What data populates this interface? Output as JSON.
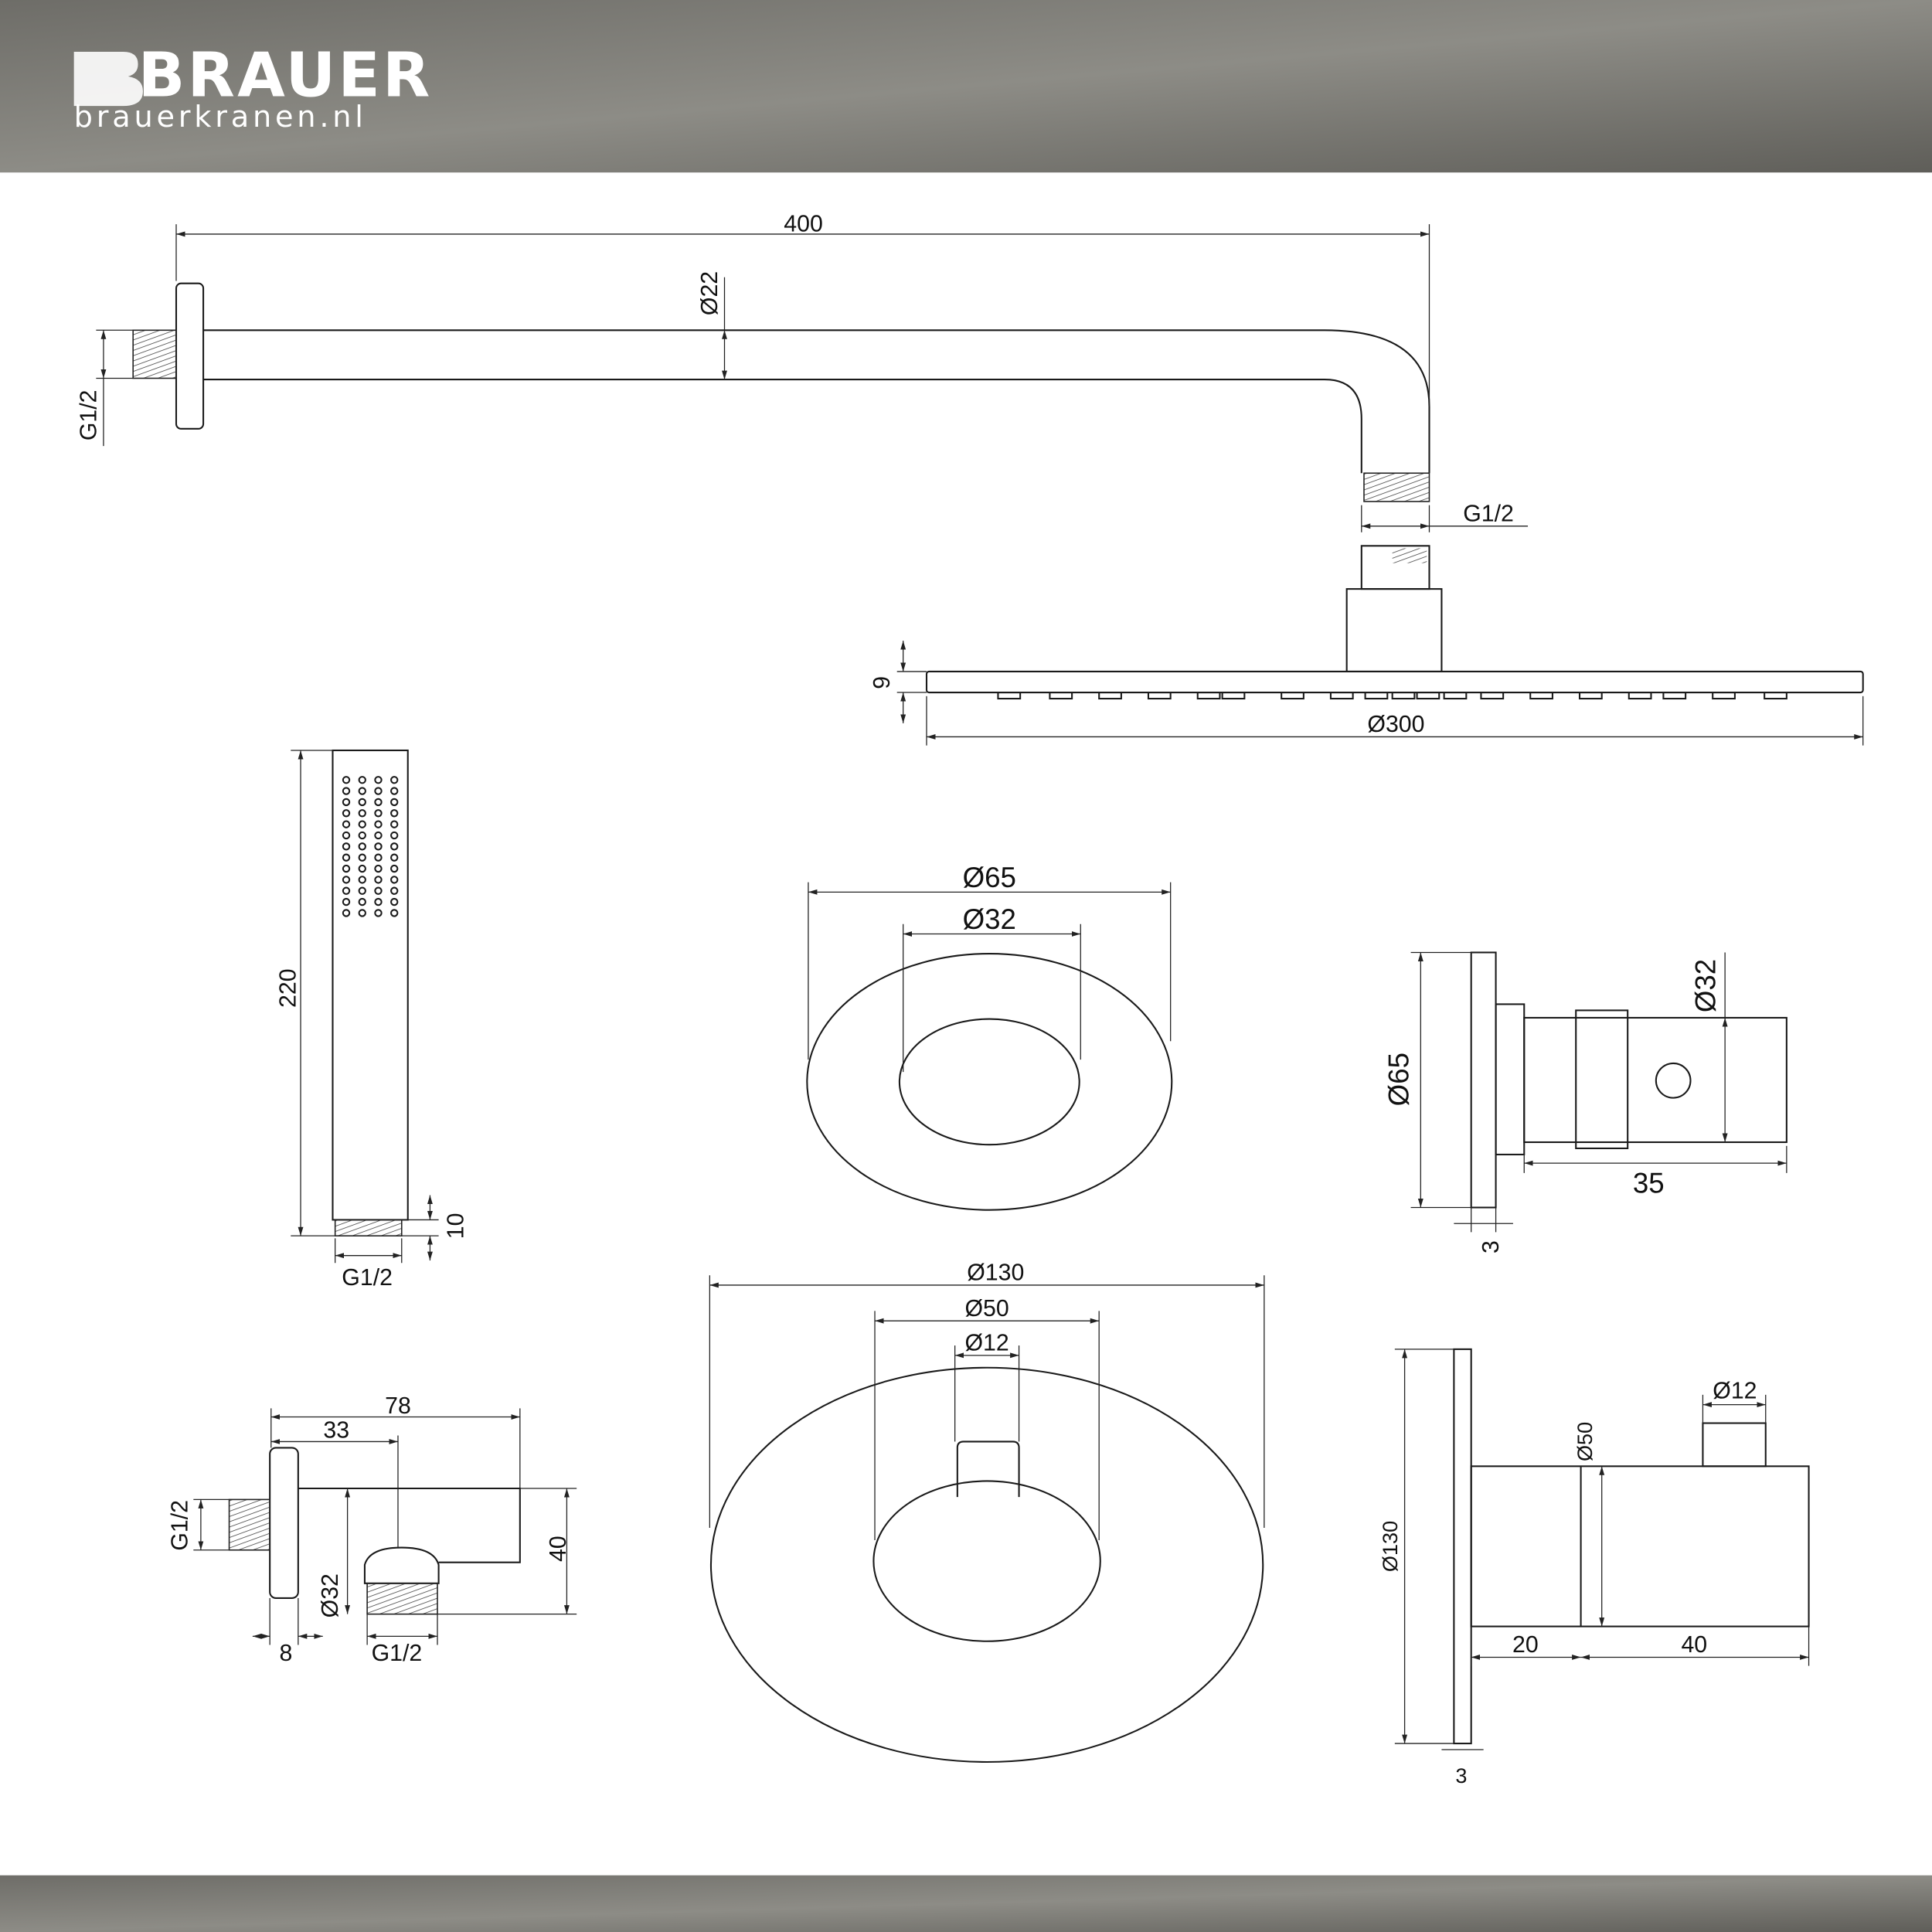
{
  "brand": {
    "name": "BRAUER",
    "website": "brauerkranen.nl"
  },
  "shower_arm": {
    "length": "400",
    "diameter": "Ø22",
    "wall_thread": "G1/2",
    "head_thread": "G1/2"
  },
  "rain_head": {
    "thickness": "9",
    "diameter": "Ø300"
  },
  "hand_shower": {
    "length": "220",
    "thread_length": "10",
    "thread": "G1/2"
  },
  "stop_valve_front": {
    "rosette": "Ø65",
    "knob": "Ø32"
  },
  "stop_valve_side": {
    "rosette": "Ø65",
    "knob": "Ø32",
    "depth": "35",
    "plate": "3"
  },
  "thermostat_front": {
    "rosette": "Ø130",
    "body": "Ø50",
    "handle": "Ø12"
  },
  "thermostat_side": {
    "rosette": "Ø130",
    "handle": "Ø12",
    "body": "Ø50",
    "depth_a": "20",
    "depth_b": "40",
    "plate": "3"
  },
  "wall_outlet": {
    "length": "78",
    "outlet_offset": "33",
    "inlet_thread": "G1/2",
    "height": "40",
    "flange": "Ø32",
    "flange_depth": "8",
    "outlet_thread": "G1/2"
  }
}
